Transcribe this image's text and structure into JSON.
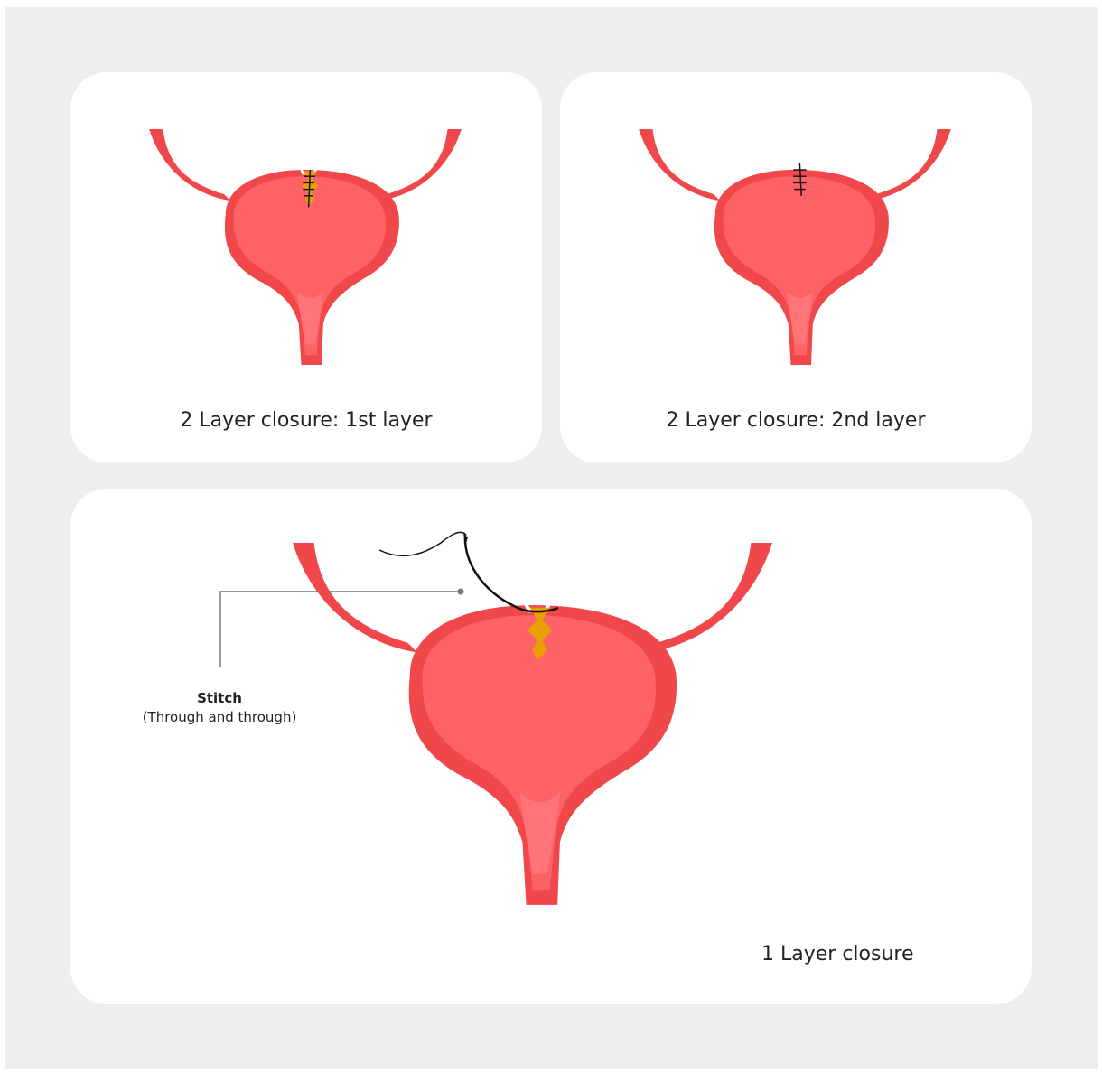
{
  "panels": [
    {
      "caption": "2 Layer closure: 1st layer"
    },
    {
      "caption": "2 Layer closure: 2nd layer"
    },
    {
      "caption": "1 Layer closure"
    }
  ],
  "callout": {
    "title": "Stitch",
    "subtitle": "(Through and through)"
  },
  "colors": {
    "background": "#eeeeee",
    "card": "#ffffff",
    "bladder_outer": "#f0474a",
    "bladder_inner": "#fd6266",
    "wound": "#e8a000",
    "suture": "#111111",
    "leader_line": "#777777"
  }
}
